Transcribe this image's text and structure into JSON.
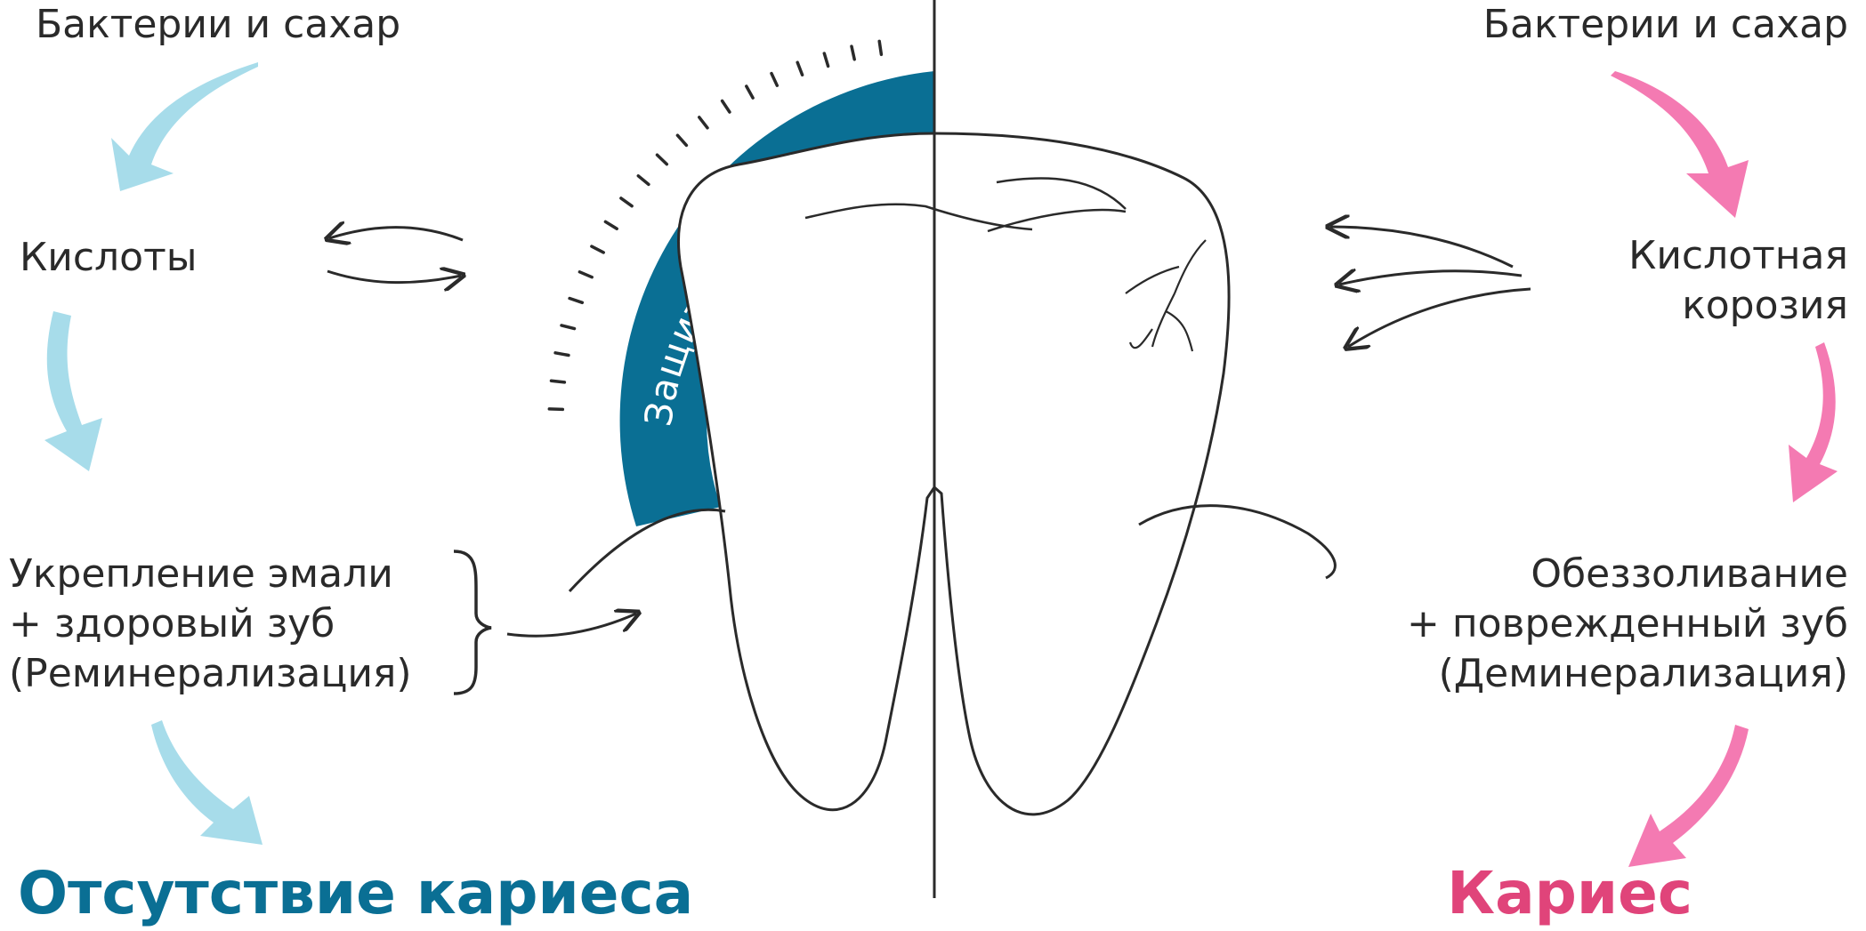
{
  "colors": {
    "healthy_accent": "#0a6f94",
    "caries_accent": "#e0447a",
    "healthy_arrow": "#a7dcea",
    "caries_arrow": "#f47ab2",
    "line": "#2a2a2a"
  },
  "left": {
    "bacteria": "Бактерии и сахар",
    "acids": "Кислоты",
    "enamel_line1": "Укрепление эмали",
    "enamel_line2": "+ здоровый зуб",
    "enamel_line3": "(Реминерализация)",
    "result": "Отсутствие кариеса"
  },
  "right": {
    "bacteria": "Бактерии и сахар",
    "corrosion_line1": "Кислотная",
    "corrosion_line2": "корозия",
    "demin_line1": "Обеззоливание",
    "demin_line2": "+ поврежденный зуб",
    "demin_line3": "(Деминерализация)",
    "result": "Кариес"
  },
  "tooth": {
    "fluoride_label": "Защита Фторидами"
  },
  "icons": {
    "left_flow": "downward-curved-arrow",
    "right_flow": "downward-curved-arrow",
    "exchange": "double-arrow"
  }
}
